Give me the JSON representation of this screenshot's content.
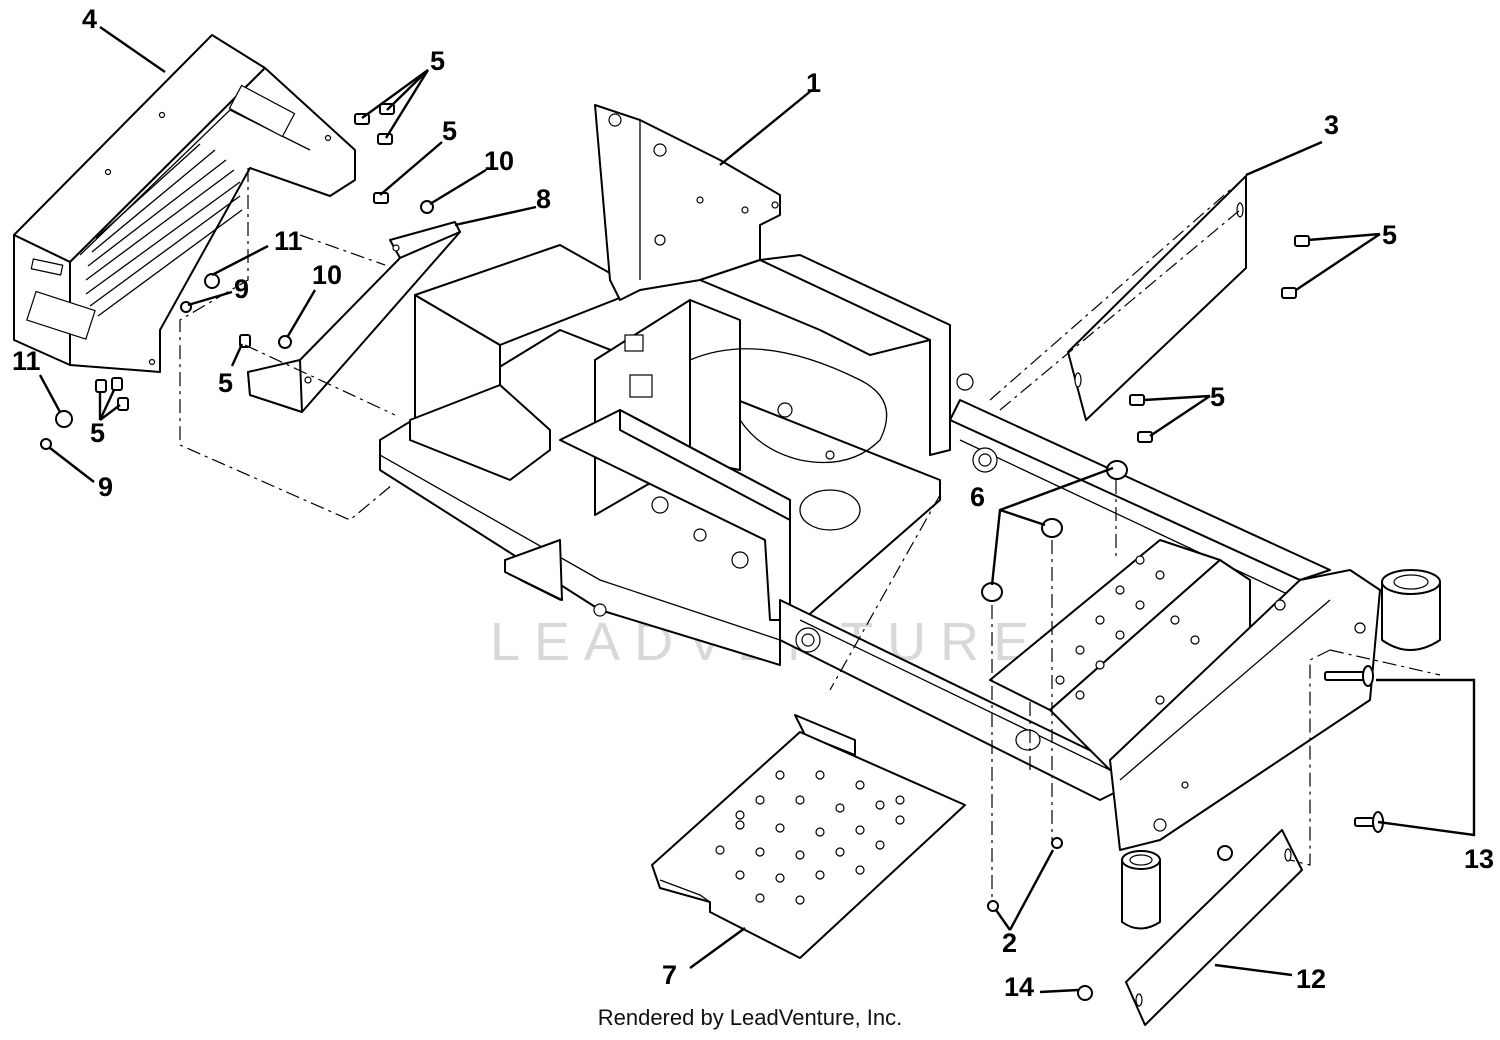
{
  "diagram": {
    "watermark": "LEADVENTURE",
    "footer": "Rendered by LeadVenture, Inc.",
    "callouts": [
      {
        "id": "c1",
        "label": "1"
      },
      {
        "id": "c2",
        "label": "2"
      },
      {
        "id": "c3",
        "label": "3"
      },
      {
        "id": "c4",
        "label": "4"
      },
      {
        "id": "c5a",
        "label": "5"
      },
      {
        "id": "c5b",
        "label": "5"
      },
      {
        "id": "c5c",
        "label": "5"
      },
      {
        "id": "c5d",
        "label": "5"
      },
      {
        "id": "c5e",
        "label": "5"
      },
      {
        "id": "c5f",
        "label": "5"
      },
      {
        "id": "c6",
        "label": "6"
      },
      {
        "id": "c7",
        "label": "7"
      },
      {
        "id": "c8",
        "label": "8"
      },
      {
        "id": "c9a",
        "label": "9"
      },
      {
        "id": "c9b",
        "label": "9"
      },
      {
        "id": "c10a",
        "label": "10"
      },
      {
        "id": "c10b",
        "label": "10"
      },
      {
        "id": "c11a",
        "label": "11"
      },
      {
        "id": "c11b",
        "label": "11"
      },
      {
        "id": "c12",
        "label": "12"
      },
      {
        "id": "c13",
        "label": "13"
      },
      {
        "id": "c14",
        "label": "14"
      }
    ]
  }
}
